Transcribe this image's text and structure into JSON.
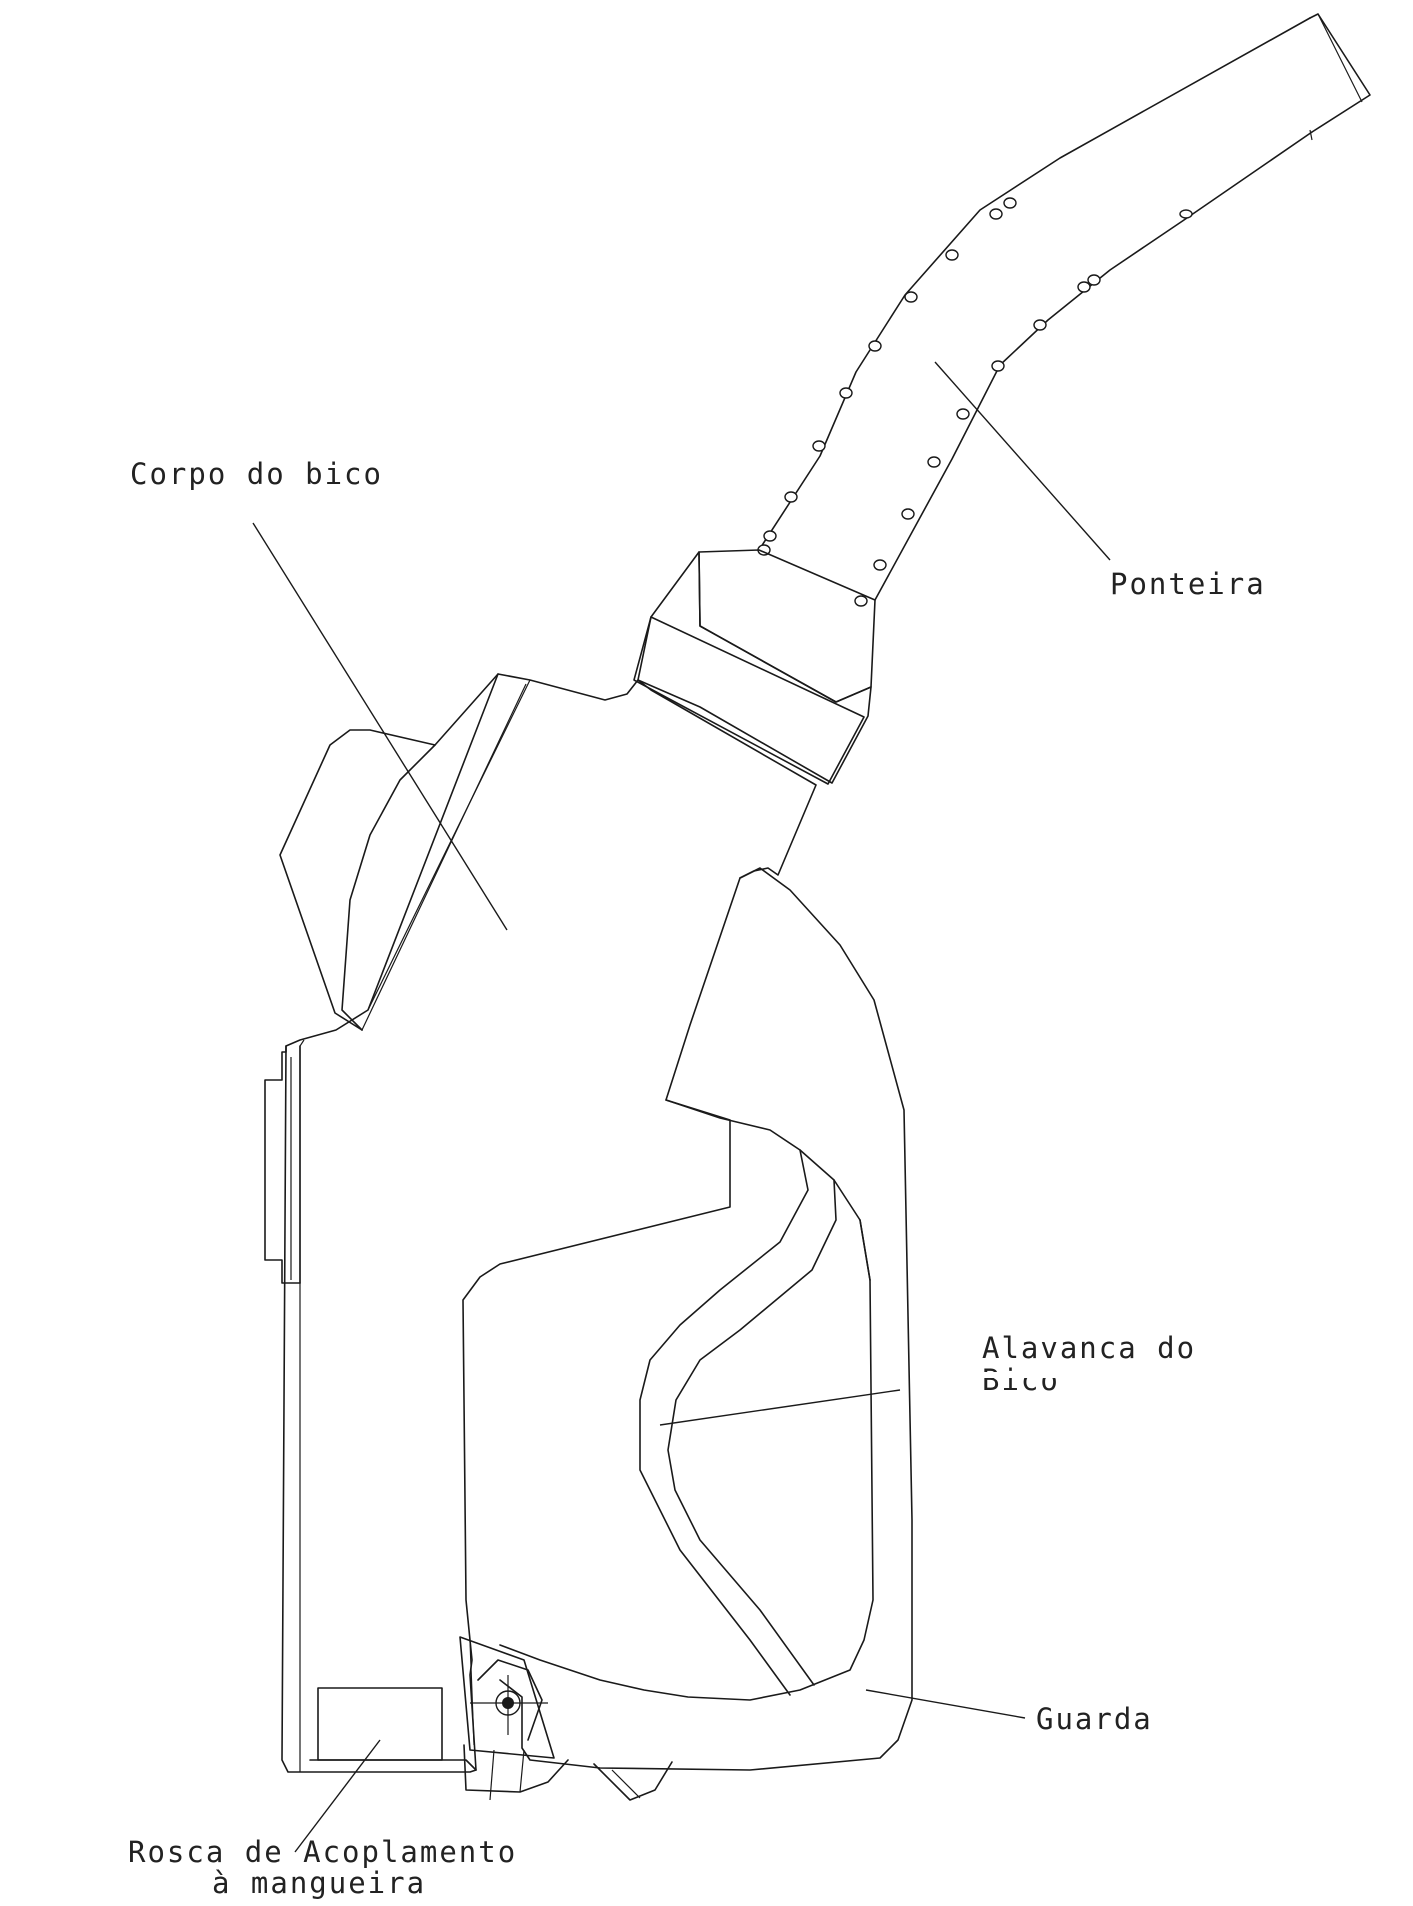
{
  "labels": {
    "body": "Corpo do bico",
    "spout": "Ponteira",
    "lever_line1": "Alavanca do",
    "lever_line2": "Bico",
    "guard": "Guarda",
    "thread_line1": "Rosca de Acoplamento",
    "thread_line2": "à mangueira"
  }
}
